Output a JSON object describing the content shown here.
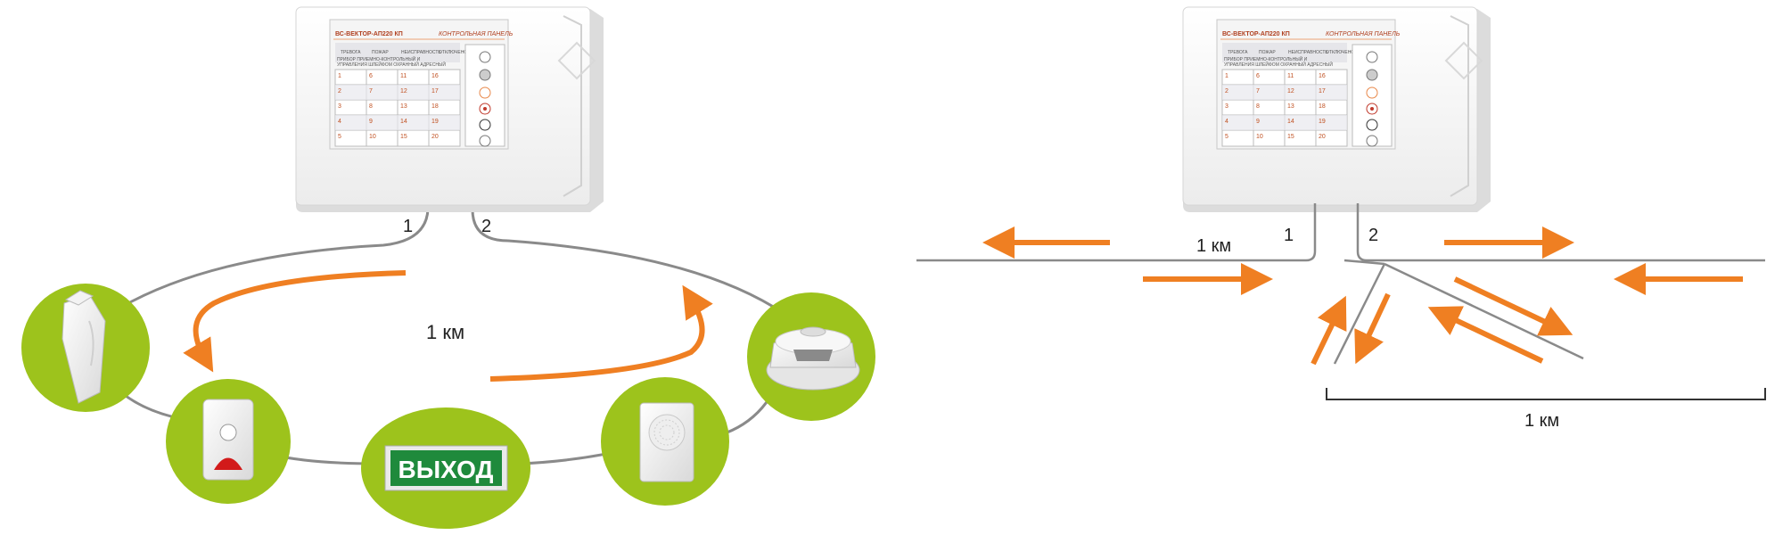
{
  "panel": {
    "model": "ВС-ВЕКТОР-АП220 КП",
    "title": "КОНТРОЛЬНАЯ ПАНЕЛЬ",
    "status_labels": [
      "ТРЕВОГА",
      "ПОЖАР",
      "НЕИСПРАВНОСТЬ",
      "ОТКЛЮЧЕНО"
    ],
    "description_line1": "ПРИБОР ПРИЕМНО-КОНТРОЛЬНЫЙ И",
    "description_line2": "УПРАВЛЕНИЯ ШЛЕЙФОМ ОХРАННЫЙ АДРЕСНЫЙ",
    "zones": [
      "1",
      "2",
      "3",
      "4",
      "5",
      "6",
      "7",
      "8",
      "9",
      "10",
      "11",
      "12",
      "13",
      "14",
      "15",
      "16",
      "17",
      "18",
      "19",
      "20"
    ]
  },
  "left_diagram": {
    "line1_label": "1",
    "line2_label": "2",
    "distance_label": "1 км",
    "exit_sign_text": "ВЫХОД"
  },
  "right_diagram": {
    "line1_label": "1",
    "line2_label": "2",
    "distance_label_top": "1 км",
    "distance_label_bottom": "1 км"
  },
  "colors": {
    "arrow": "#ef7f22",
    "device_circle": "#9dc31c",
    "wire": "#8a8a8a",
    "exit_sign_green": "#1f8a3c",
    "panel_accent": "#e8884a"
  },
  "icons": [
    "motion-sensor-icon",
    "alarm-button-icon",
    "exit-sign-icon",
    "siren-speaker-icon",
    "smoke-detector-icon"
  ]
}
